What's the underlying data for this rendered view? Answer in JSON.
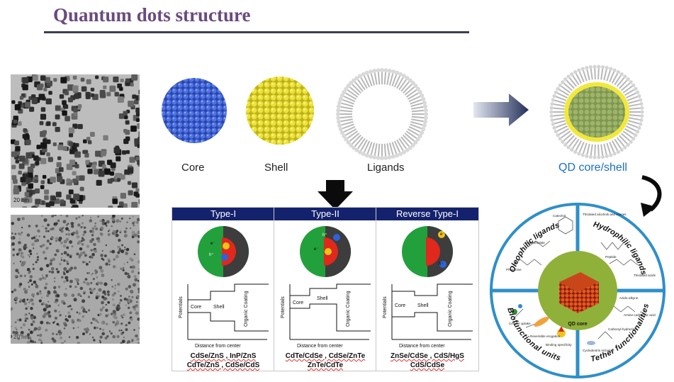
{
  "title": "Quantum dots structure",
  "tem": {
    "scale_a": "20 nm",
    "scale_b": "20 nm"
  },
  "components": {
    "core": "Core",
    "shell": "Shell",
    "ligands": "Ligands",
    "result": "QD core/shell"
  },
  "panels": [
    {
      "heading": "Type-I",
      "materials": [
        "CdSe/ZnS , InP/ZnS",
        "CdTe/ZnS , CdSe/CdS"
      ]
    },
    {
      "heading": "Type-II",
      "materials": [
        "CdTe/CdSe , CdSe/ZnTe",
        "ZnTe/CdTe"
      ]
    },
    {
      "heading": "Reverse Type-I",
      "materials": [
        "ZnSe/CdSe , CdS/HgS",
        "CdS/CdSe"
      ]
    }
  ],
  "band_diagram": {
    "y_label": "Potentials",
    "x_label": "Distance from center",
    "core": "Core",
    "shell": "Shell",
    "coating": "Organic Coating"
  },
  "electron": "e⁻",
  "hole": "h⁺",
  "wheel": {
    "center": "QD core",
    "quadrants": [
      "Oleophilic ligands",
      "Hydrophilic ligands",
      "Biofunctional units",
      "Tether functionalities"
    ],
    "notes": [
      "Alkanethiolate",
      "Catechol",
      "Phosphine",
      "Thiolated alcohols and silanes",
      "Peptide",
      "Thiolated acids",
      "Cellular uptake",
      "Reversible erogation",
      "Binding specificity",
      "Azido-alkyne",
      "Amine-carboxylic acid",
      "Carbonyl-hydrazine",
      "Cyclodextrin inclusion"
    ]
  },
  "colors": {
    "title": "#6b4a7e",
    "panel_head": "#14226d",
    "core_blue": "#3b5fd0",
    "shell_yellow": "#e6dc2f",
    "wheel_blue": "#2f8fc9",
    "qd_green": "#8fb13a"
  }
}
